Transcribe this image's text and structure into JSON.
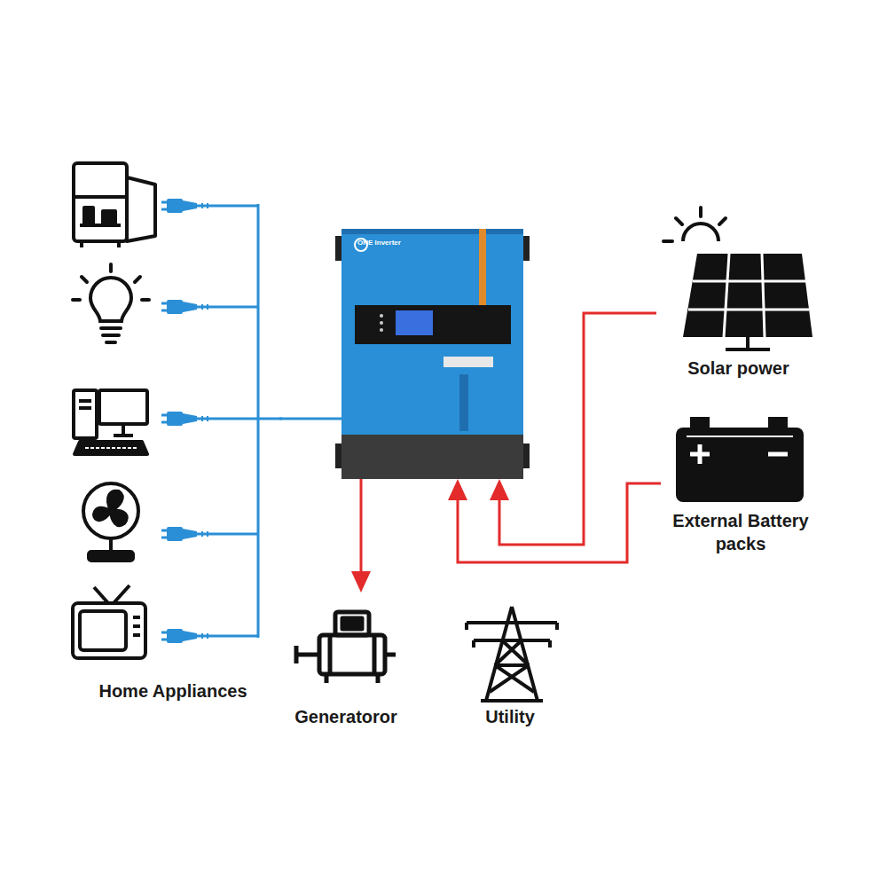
{
  "diagram": {
    "nodes": [
      {
        "text": [
          "Home Appliances"
        ]
      },
      {
        "text": [
          "ONE Inverter"
        ]
      },
      {
        "text": [
          "Solar power"
        ]
      },
      {
        "text": [
          "External Battery packs"
        ]
      },
      {
        "text": [
          "Generatoror"
        ]
      },
      {
        "text": [
          "Utility"
        ]
      }
    ],
    "edges": [
      {
        "from": 0,
        "to": 1,
        "arrow": "none"
      },
      {
        "from": 2,
        "to": 1,
        "arrow": "to"
      },
      {
        "from": 3,
        "to": 1,
        "arrow": "to"
      },
      {
        "from": 1,
        "to": 4,
        "arrow": "to"
      }
    ]
  }
}
